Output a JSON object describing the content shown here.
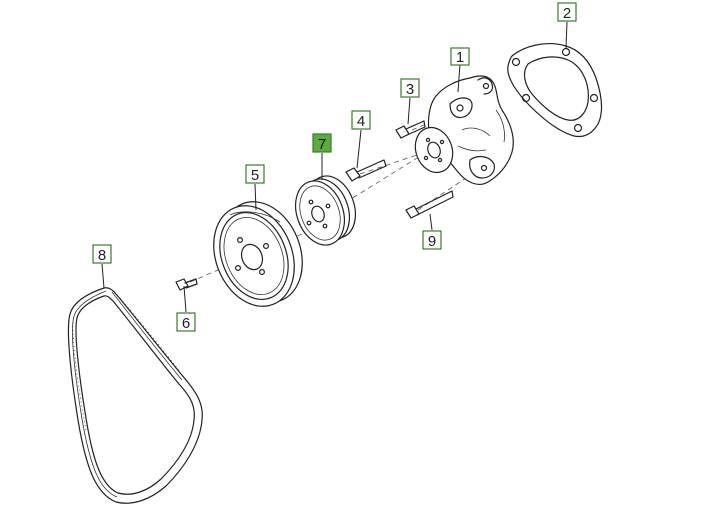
{
  "colors": {
    "callout_border": "#3a7a2a",
    "callout_active_fill": "#5cab3e",
    "line": "#222222",
    "background": "#ffffff"
  },
  "callouts": [
    {
      "id": "1",
      "label": "1",
      "active": false
    },
    {
      "id": "2",
      "label": "2",
      "active": false
    },
    {
      "id": "3",
      "label": "3",
      "active": false
    },
    {
      "id": "4",
      "label": "4",
      "active": false
    },
    {
      "id": "5",
      "label": "5",
      "active": false
    },
    {
      "id": "6",
      "label": "6",
      "active": false
    },
    {
      "id": "7",
      "label": "7",
      "active": true
    },
    {
      "id": "8",
      "label": "8",
      "active": false
    },
    {
      "id": "9",
      "label": "9",
      "active": false
    }
  ]
}
